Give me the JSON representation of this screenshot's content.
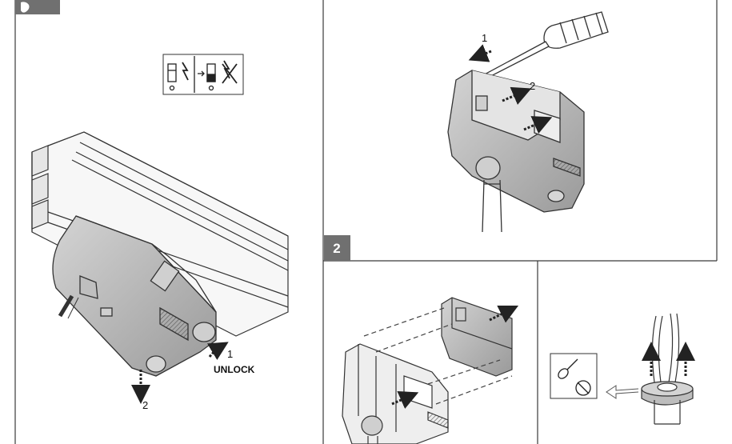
{
  "panels": {
    "left": {
      "callouts": {
        "arrow_1": "1",
        "unlock": "UNLOCK",
        "arrow_2": "2"
      }
    },
    "top_right": {
      "callouts": {
        "arrow_1": "1",
        "arrow_2": "2"
      }
    },
    "step_2": {
      "label": "2"
    }
  },
  "colors": {
    "frame": "#3a3a3a",
    "badge": "#707070",
    "housing": "#bdbdbd",
    "housing_dark": "#8f8f8f"
  },
  "icons": [
    "screwdriver-icon",
    "slotted-screw-icon",
    "power-off-icon",
    "danger-voltage-icon"
  ]
}
